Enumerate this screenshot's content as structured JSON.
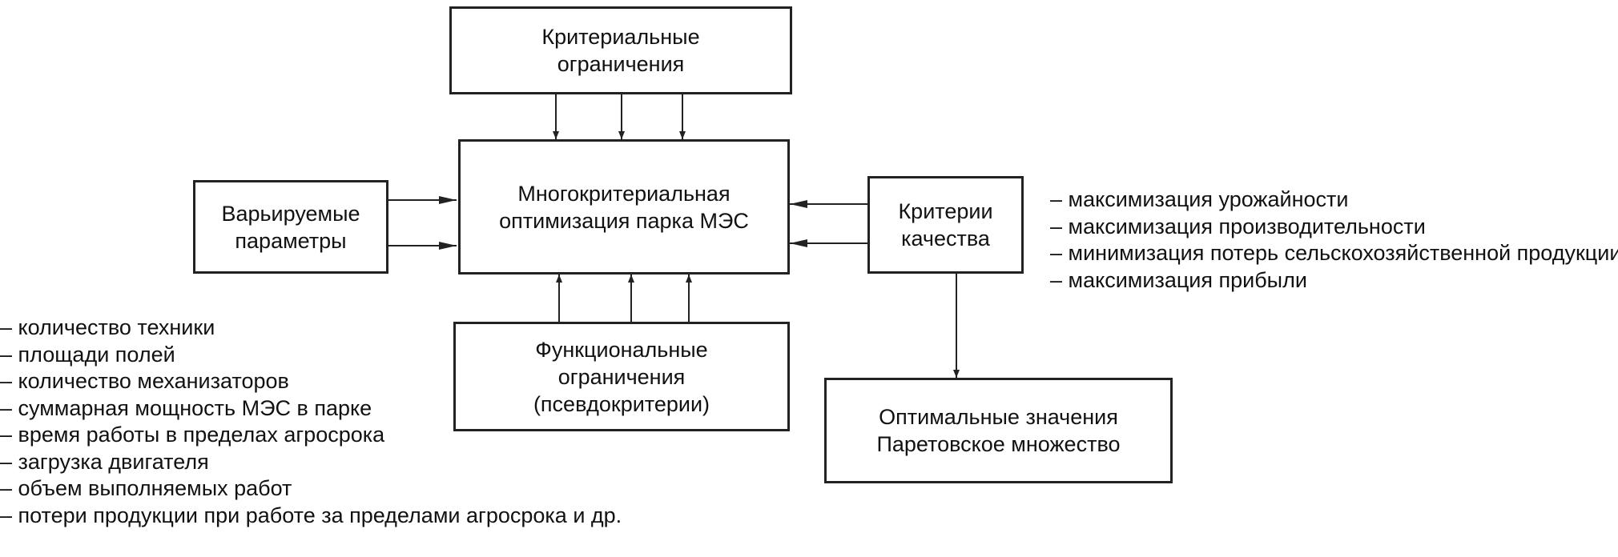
{
  "boxes": {
    "criteria_constraints": [
      "Критериальные",
      "ограничения"
    ],
    "varied_parameters": [
      "Варьируемые",
      "параметры"
    ],
    "optimization": [
      "Многокритериальная",
      "оптимизация парка МЭС"
    ],
    "quality_criteria": [
      "Критерии",
      "качества"
    ],
    "functional_constraints": [
      "Функциональные",
      "ограничения",
      "(псевдокритерии)"
    ],
    "optimal_values": [
      "Оптимальные значения",
      "Паретовское множество"
    ]
  },
  "quality_criteria_list": [
    "– максимизация урожайности",
    "– максимизация производительности",
    "– минимизация потерь сельскохозяйственной продукции",
    "– максимизация прибыли"
  ],
  "parameters_list": [
    "– количество техники",
    "– площади полей",
    "– количество механизаторов",
    "– суммарная мощность МЭС в парке",
    "– время работы в пределах агросрока",
    "– загрузка двигателя",
    "– объем выполняемых работ",
    "– потери продукции при работе за пределами агросрока и др."
  ]
}
